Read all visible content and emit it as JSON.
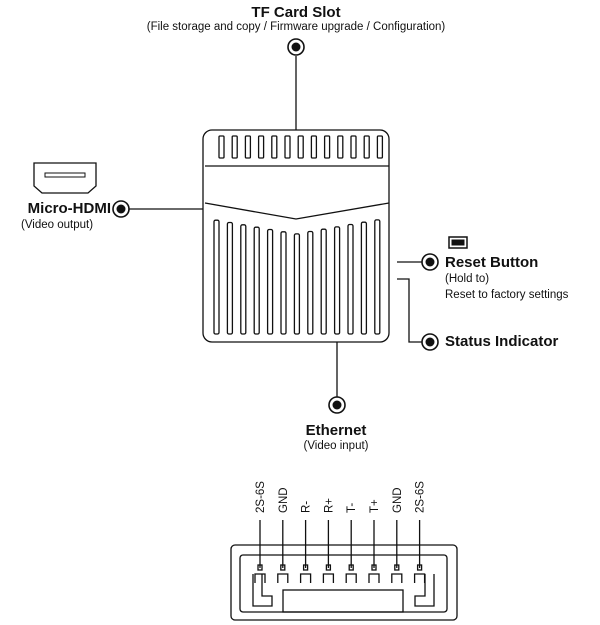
{
  "callouts": {
    "tf_card": {
      "title": "TF Card Slot",
      "subtitle": "(File storage and copy / Firmware upgrade / Configuration)"
    },
    "micro_hdmi": {
      "title": "Micro-HDMI",
      "subtitle": "(Video output)"
    },
    "reset": {
      "title": "Reset Button",
      "line1": "(Hold to)",
      "line2": "Reset to factory settings"
    },
    "status": {
      "title": "Status Indicator"
    },
    "ethernet": {
      "title": "Ethernet",
      "subtitle": "(Video input)"
    }
  },
  "connector_pins": [
    "2S-6S",
    "GND",
    "R-",
    "R+",
    "T-",
    "T+",
    "GND",
    "2S-6S"
  ],
  "icons": {
    "hdmi": "hdmi-port-icon",
    "reset": "reset-button-icon",
    "dot": "callout-dot-icon"
  }
}
